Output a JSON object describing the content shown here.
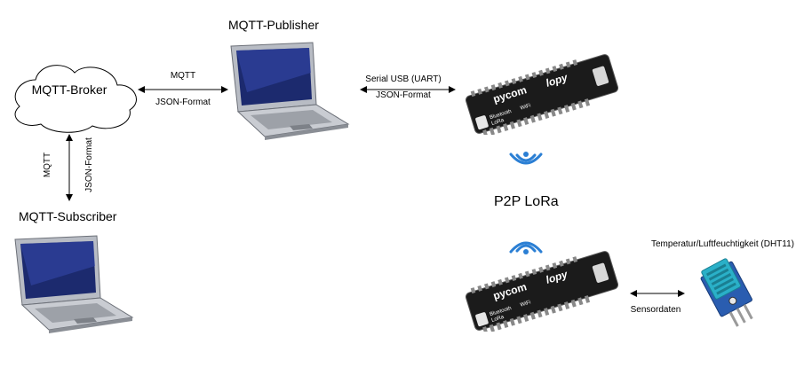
{
  "broker": {
    "label": "MQTT-Broker"
  },
  "publisher": {
    "title": "MQTT-Publisher"
  },
  "subscriber": {
    "title": "MQTT-Subscriber"
  },
  "link_broker_publisher": {
    "top": "MQTT",
    "bottom": "JSON-Format"
  },
  "link_broker_subscriber": {
    "left": "MQTT",
    "right": "JSON-Format"
  },
  "link_publisher_lopy": {
    "top": "Serial USB (UART)",
    "bottom": "JSON-Format"
  },
  "lora": {
    "label": "P2P LoRa"
  },
  "sensor": {
    "title": "Temperatur/Luftfeuchtigkeit (DHT11)"
  },
  "link_lopy_sensor": {
    "label": "Sensordaten"
  },
  "board": {
    "brand": "pycom",
    "model": "lopy",
    "bluetooth": "Bluetooth",
    "wifi": "WiFi",
    "lora": "LoRa"
  },
  "colors": {
    "laptop_body": "#b8bcc4",
    "laptop_screen": "#1c2a6e",
    "board_pcb": "#1b1b1b",
    "sensor_pcb": "#2a5db0",
    "sensor_cap": "#2ab0c8"
  },
  "icons": [
    "cloud-icon",
    "laptop-icon",
    "wifi-icon",
    "lopy-board-icon",
    "dht11-sensor-icon"
  ]
}
